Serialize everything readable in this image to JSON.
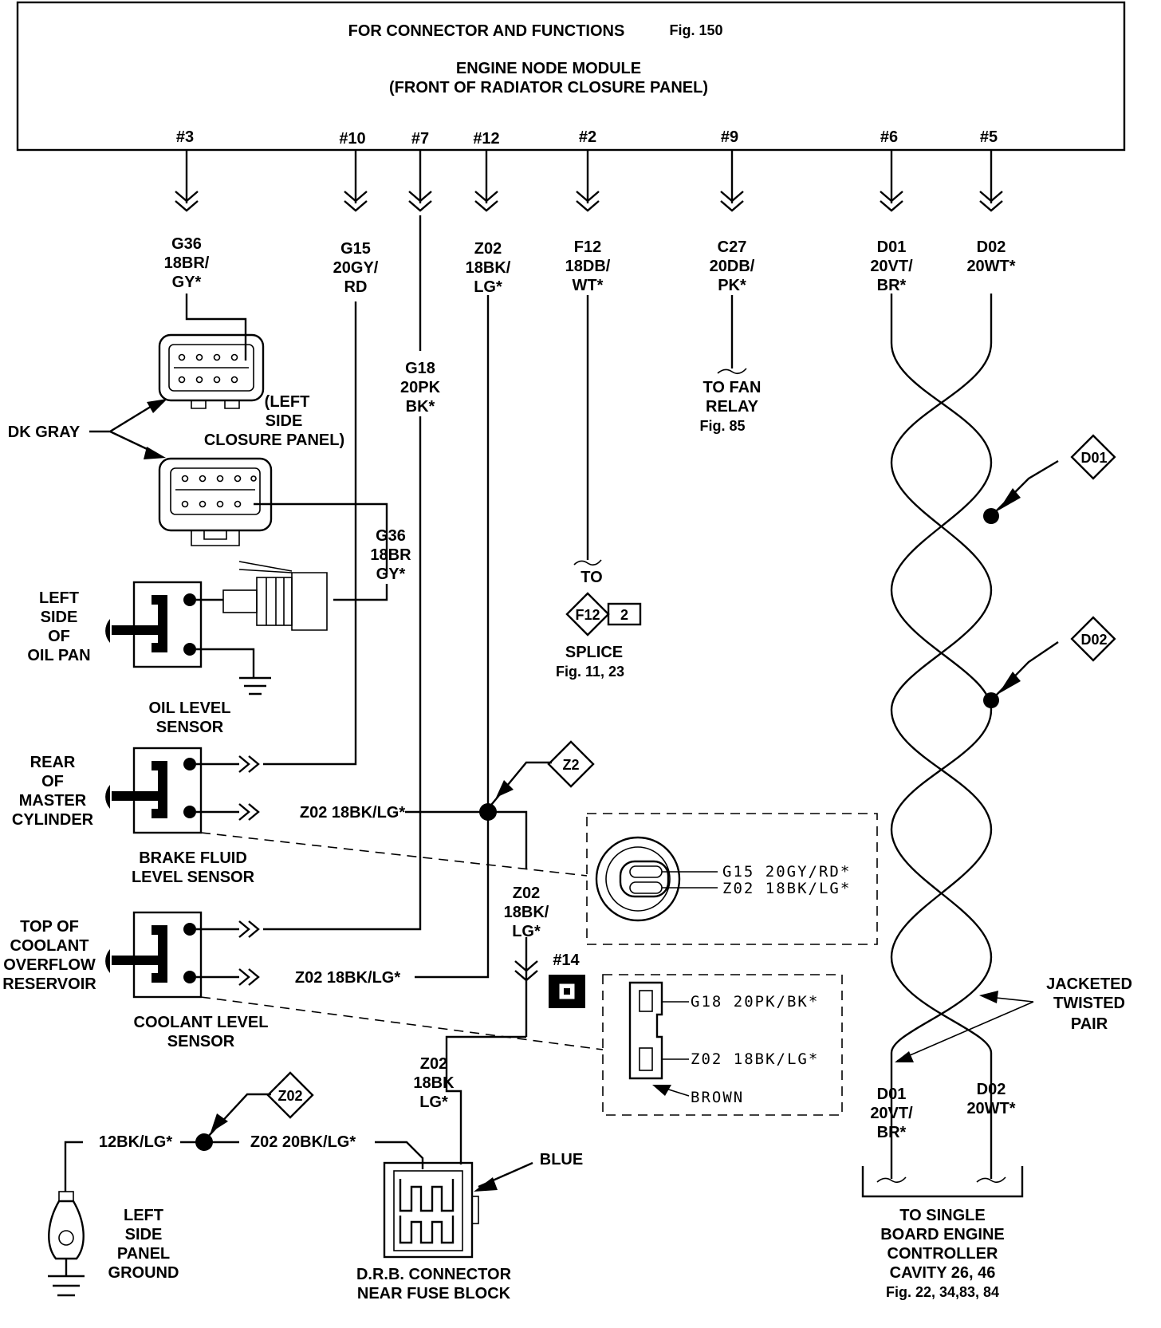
{
  "header": {
    "for_connector": "FOR CONNECTOR AND FUNCTIONS",
    "fig_ref": "Fig. 150",
    "module_title": "ENGINE NODE MODULE",
    "module_subtitle": "(FRONT OF RADIATOR CLOSURE PANEL)"
  },
  "pins": [
    {
      "pin": "#3",
      "wire": [
        "G36",
        "18BR/",
        "GY*"
      ]
    },
    {
      "pin": "#10",
      "wire": [
        "G15",
        "20GY/",
        "RD"
      ]
    },
    {
      "pin": "#7",
      "wire": [
        "G18",
        "20PK",
        "BK*"
      ]
    },
    {
      "pin": "#12",
      "wire": [
        "Z02",
        "18BK/",
        "LG*"
      ]
    },
    {
      "pin": "#2",
      "wire": [
        "F12",
        "18DB/",
        "WT*"
      ]
    },
    {
      "pin": "#9",
      "wire": [
        "C27",
        "20DB/",
        "PK*"
      ]
    },
    {
      "pin": "#6",
      "wire": [
        "D01",
        "20VT/",
        "BR*"
      ]
    },
    {
      "pin": "#5",
      "wire": [
        "D02",
        "20WT*"
      ]
    }
  ],
  "left_connector": {
    "callout": "DK GRAY",
    "note_line1": "(LEFT",
    "note_line2": "SIDE",
    "note_line3": "CLOSURE PANEL)",
    "g36_wire": [
      "G36",
      "18BR",
      "GY*"
    ]
  },
  "oil_sensor": {
    "location": [
      "LEFT",
      "SIDE",
      "OF",
      "OIL PAN"
    ],
    "name": [
      "OIL LEVEL",
      "SENSOR"
    ]
  },
  "brake_sensor": {
    "location": [
      "REAR",
      "OF",
      "MASTER",
      "CYLINDER"
    ],
    "name": [
      "BRAKE FLUID",
      "LEVEL SENSOR"
    ],
    "wire_label": "Z02 18BK/LG*"
  },
  "coolant_sensor": {
    "location": [
      "TOP OF",
      "COOLANT",
      "OVERFLOW",
      "RESERVOIR"
    ],
    "name": [
      "COOLANT LEVEL",
      "SENSOR"
    ],
    "wire_label": "Z02 18BK/LG*"
  },
  "fan_relay": {
    "to": "TO FAN",
    "dest": "RELAY",
    "fig": "Fig. 85"
  },
  "splice": {
    "to": "TO",
    "id": "F12",
    "num": "2",
    "label": "SPLICE",
    "fig": "Fig. 11, 23"
  },
  "z_markers": {
    "z2": "Z2",
    "z02": "Z02",
    "d01": "D01",
    "d02": "D02"
  },
  "brake_inset": {
    "wire1": "G15 20GY/RD*",
    "wire2": "Z02 18BK/LG*"
  },
  "coolant_inset": {
    "wire1": "G18 20PK/BK*",
    "wire2": "Z02 18BK/LG*",
    "color": "BROWN"
  },
  "middle_z02": [
    "Z02",
    "18BK/",
    "LG*"
  ],
  "pin14": "#14",
  "drb_wire": [
    "Z02",
    "18BK",
    "LG*"
  ],
  "ground": {
    "wire_left": "12BK/LG*",
    "wire_right": "Z02 20BK/LG*",
    "name": [
      "LEFT",
      "SIDE",
      "PANEL",
      "GROUND"
    ]
  },
  "drb_connector": {
    "color": "BLUE",
    "name": [
      "D.R.B. CONNECTOR",
      "NEAR FUSE BLOCK"
    ]
  },
  "twisted_pair": {
    "label": [
      "JACKETED",
      "TWISTED",
      "PAIR"
    ],
    "bottom_d01": [
      "D01",
      "20VT/",
      "BR*"
    ],
    "bottom_d02": [
      "D02",
      "20WT*"
    ],
    "dest": [
      "TO SINGLE",
      "BOARD ENGINE",
      "CONTROLLER",
      "CAVITY 26, 46"
    ],
    "fig": "Fig. 22, 34,83, 84"
  }
}
